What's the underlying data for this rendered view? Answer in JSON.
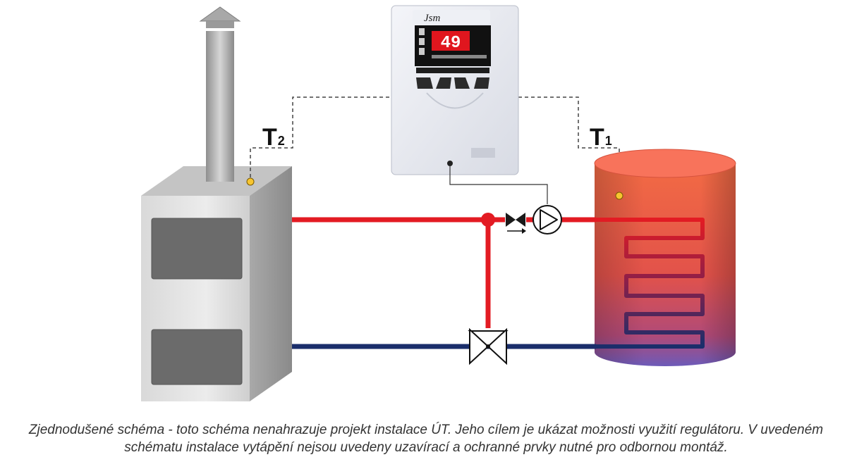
{
  "sensors": {
    "t2": {
      "main": "T",
      "sub": "2"
    },
    "t1": {
      "main": "T",
      "sub": "1"
    }
  },
  "controller": {
    "display_value": "49",
    "brand_text": "Jsm"
  },
  "colors": {
    "hot_pipe": "#e31b23",
    "cold_pipe": "#1a2e6b",
    "display_bg": "#e0161e",
    "sensor_dot": "#f7c530",
    "tank_top": "#f06a45",
    "tank_bottom": "#6a5ab8"
  },
  "caption": {
    "line1": "Zjednodušené schéma - toto schéma nenahrazuje projekt instalace ÚT. Jeho cílem je ukázat možnosti využití regulátoru. V uvedeném",
    "line2": "schématu instalace vytápění nejsou uvedeny uzavírací a ochranné prvky nutné pro odbornou montáž."
  }
}
